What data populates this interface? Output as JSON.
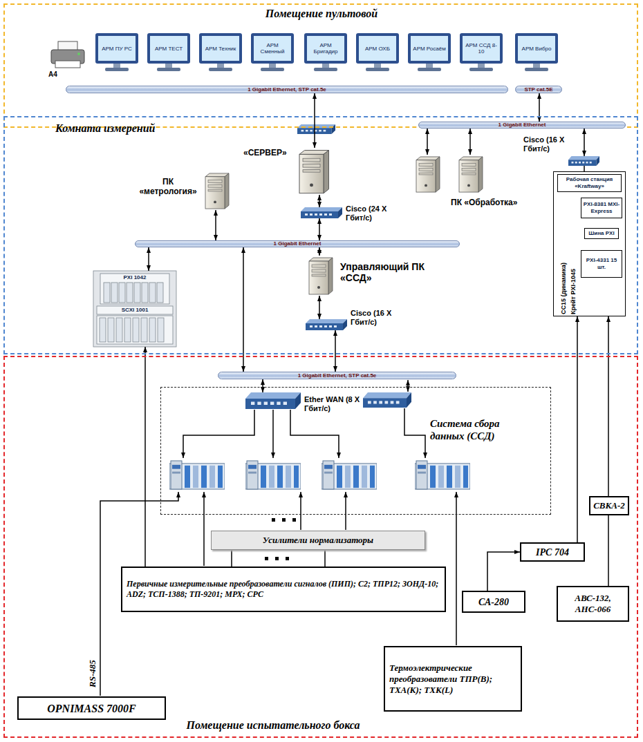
{
  "diagram": {
    "nodes": [
      {
        "text": [
          "Помещение пультовой"
        ]
      },
      {
        "text": [
          "A4"
        ],
        "in": 0
      },
      {
        "text": [
          "АРМ ПУ РС"
        ],
        "in": 0
      },
      {
        "text": [
          "АРМ ТЕСТ"
        ],
        "in": 0
      },
      {
        "text": [
          "АРМ Техник"
        ],
        "in": 0
      },
      {
        "text": [
          "АРМ Сменный"
        ],
        "in": 0
      },
      {
        "text": [
          "АРМ Бригадир"
        ],
        "in": 0
      },
      {
        "text": [
          "АРМ ОХБ"
        ],
        "in": 0
      },
      {
        "text": [
          "АРМ Росаём"
        ],
        "in": 0
      },
      {
        "text": [
          "АРМ ССД 8-10"
        ],
        "in": 0
      },
      {
        "text": [
          "АРМ Вибро"
        ],
        "in": 0
      },
      {
        "text": [
          "1 Gigabit Ethernet, STP cat.5e"
        ],
        "in": 0
      },
      {
        "text": [
          "STP cat.5E"
        ],
        "in": 0
      },
      {
        "text": [
          "Комната измерений"
        ]
      },
      {
        "text": [
          "«СЕРВЕР»"
        ],
        "in": 13
      },
      {
        "text": [
          "1 Gigabit Ethernet"
        ],
        "in": 13
      },
      {
        "text": [
          "Cisco (16 X Гбит/с)"
        ],
        "in": 13
      },
      {
        "text": [
          "ПК «Обработка»"
        ],
        "in": 13
      },
      {
        "text": [
          "ПК «метрология»"
        ],
        "in": 13
      },
      {
        "text": [
          "Cisco (24 X Гбит/с)"
        ],
        "in": 13
      },
      {
        "text": [
          "1 Gigabit Ethernet"
        ],
        "in": 13
      },
      {
        "text": [
          "Управляющий ПК «ССД»"
        ],
        "in": 13
      },
      {
        "text": [
          "Cisco (16 X Гбит/с)"
        ],
        "in": 13
      },
      {
        "text": [
          "PXI 1042",
          "SCXI 1001"
        ],
        "in": 13
      },
      {
        "text": [
          "СС15 (динамика)",
          "Крейт PXI-1045"
        ],
        "in": 13
      },
      {
        "text": [
          "Рабочая станция «Kraftway»"
        ],
        "in": 24
      },
      {
        "text": [
          "PXI-8381 MXI-Express"
        ],
        "in": 24
      },
      {
        "text": [
          "Шина PXI"
        ],
        "in": 24
      },
      {
        "text": [
          "PXI-4331 15 шт."
        ],
        "in": 24
      },
      {
        "text": [
          "Помещение испытательного бокса"
        ]
      },
      {
        "text": [
          "1 Gigabit Ethernet, STP cat.5e"
        ],
        "in": 29
      },
      {
        "text": [
          "Система сбора данных (ССД)"
        ],
        "in": 29
      },
      {
        "text": [
          "Ether WAN (8 X Гбит/с)"
        ],
        "in": 31
      },
      {
        "text": [
          "Усилители нормализаторы"
        ],
        "in": 29
      },
      {
        "text": [
          "Первичные измерительные преобразователи сигналов (ПИП); С2; ТПР12; ЗОНД-10; ADZ; ТСП-1388; ТП-9201; МРХ; СРС"
        ],
        "in": 29
      },
      {
        "text": [
          "OPNIMASS 7000F"
        ],
        "in": 29
      },
      {
        "text": [
          "Термоэлектрические преобразователи ТПР(В); ТХА(К); ТХК(L)"
        ],
        "in": 29
      },
      {
        "text": [
          "СА-280"
        ],
        "in": 29
      },
      {
        "text": [
          "IPC 704"
        ],
        "in": 29
      },
      {
        "text": [
          "СВКА-2"
        ],
        "in": 29
      },
      {
        "text": [
          "АВС-132, АНС-066"
        ],
        "in": 29
      }
    ],
    "edges": [
      {
        "from": 11,
        "to": 14,
        "arrow": "both"
      },
      {
        "from": 12,
        "to": 15,
        "arrow": "both"
      },
      {
        "from": 15,
        "to": 16,
        "arrow": "both"
      },
      {
        "from": 15,
        "to": 17,
        "arrow": "both"
      },
      {
        "from": 15,
        "to": 17,
        "arrow": "both"
      },
      {
        "from": 16,
        "to": 25,
        "arrow": "none"
      },
      {
        "from": 14,
        "to": 19,
        "arrow": "both"
      },
      {
        "from": 19,
        "to": 20,
        "arrow": "both"
      },
      {
        "from": 18,
        "to": 20,
        "arrow": "both"
      },
      {
        "from": 20,
        "to": 23,
        "arrow": "both"
      },
      {
        "from": 20,
        "to": 30,
        "arrow": "both"
      },
      {
        "from": 20,
        "to": 21,
        "arrow": "both"
      },
      {
        "from": 21,
        "to": 22,
        "arrow": "both"
      },
      {
        "from": 22,
        "to": 30,
        "arrow": "both"
      },
      {
        "from": 30,
        "to": 32,
        "arrow": "both"
      },
      {
        "from": 34,
        "to": 23,
        "arrow": "to"
      },
      {
        "from": 34,
        "to": 33,
        "arrow": "none"
      },
      {
        "from": 34,
        "to": 33,
        "arrow": "none"
      },
      {
        "from": 37,
        "to": 38,
        "arrow": "to"
      },
      {
        "from": 38,
        "to": 24,
        "arrow": "to"
      },
      {
        "from": 40,
        "to": 39,
        "arrow": "none"
      },
      {
        "from": 39,
        "to": 24,
        "arrow": "to"
      }
    ],
    "labels": [
      "RS-485"
    ]
  }
}
